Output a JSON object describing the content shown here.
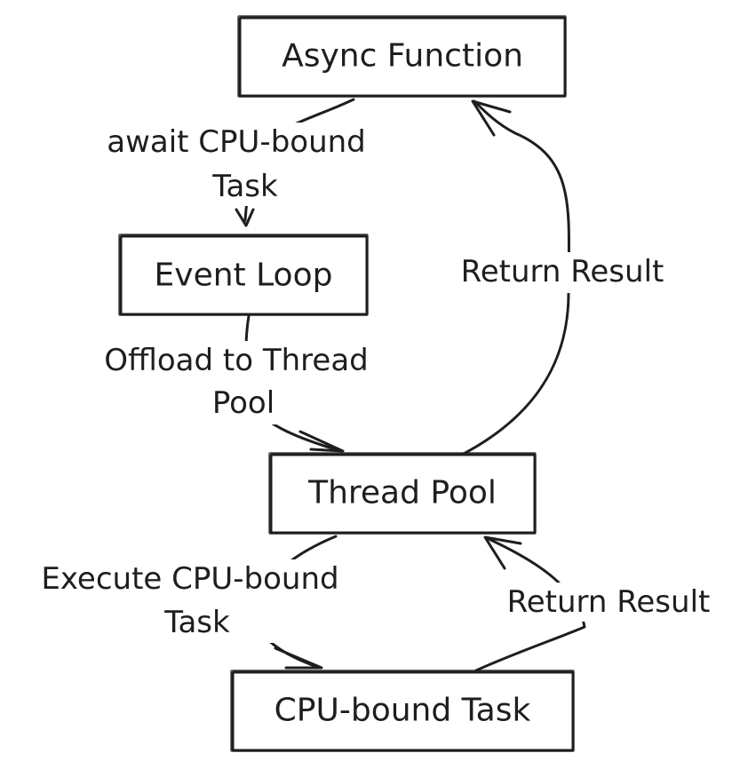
{
  "diagram": {
    "nodes": [
      {
        "id": "async_function",
        "label": "Async Function"
      },
      {
        "id": "event_loop",
        "label": "Event Loop"
      },
      {
        "id": "thread_pool",
        "label": "Thread Pool"
      },
      {
        "id": "cpu_task",
        "label": "CPU-bound Task"
      }
    ],
    "edges": [
      {
        "from": "async_function",
        "to": "event_loop",
        "label": [
          "await CPU-bound",
          "Task"
        ]
      },
      {
        "from": "event_loop",
        "to": "thread_pool",
        "label": [
          "Offload to Thread",
          "Pool"
        ]
      },
      {
        "from": "thread_pool",
        "to": "cpu_task",
        "label": [
          "Execute CPU-bound",
          "Task"
        ]
      },
      {
        "from": "cpu_task",
        "to": "thread_pool",
        "label": [
          "Return Result"
        ]
      },
      {
        "from": "thread_pool",
        "to": "async_function",
        "label": [
          "Return Result"
        ]
      }
    ],
    "colors": {
      "stroke": "#1e1e1e",
      "background": "#ffffff"
    }
  }
}
